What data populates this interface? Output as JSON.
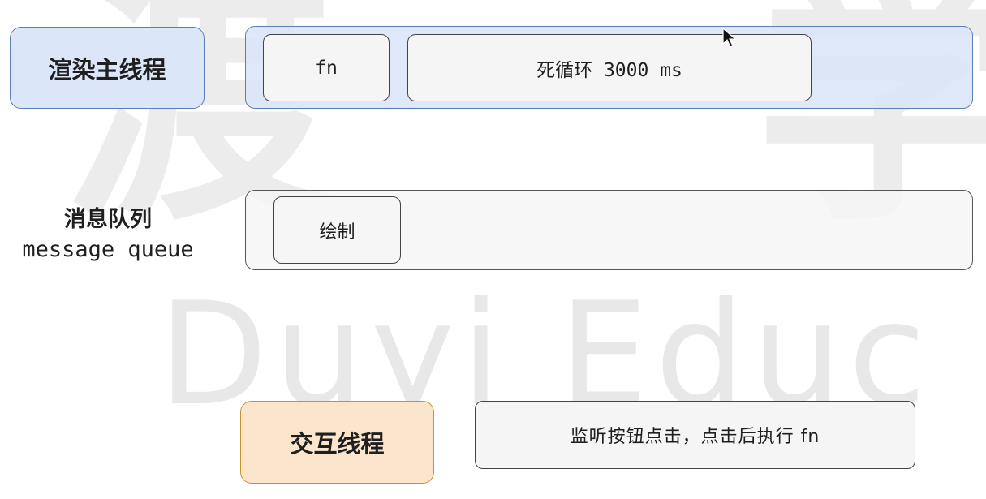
{
  "main_thread": {
    "label": "渲染主线程",
    "tasks": [
      "fn",
      "死循环 3000 ms"
    ]
  },
  "message_queue": {
    "label_cn": "消息队列",
    "label_en": "message queue",
    "tasks": [
      "绘制"
    ]
  },
  "interaction_thread": {
    "label": "交互线程",
    "description": "监听按钮点击，点击后执行 fn"
  },
  "watermark": {
    "chinese_left": "渡",
    "chinese_right": "学",
    "english": "Duyi Educ"
  },
  "colors": {
    "blue_fill": "#dbe7f8",
    "blue_border": "#5a7fb4",
    "orange_fill": "#fbe5cd",
    "orange_border": "#c8932f"
  },
  "icons": {
    "cursor": "arrow-cursor-icon"
  }
}
